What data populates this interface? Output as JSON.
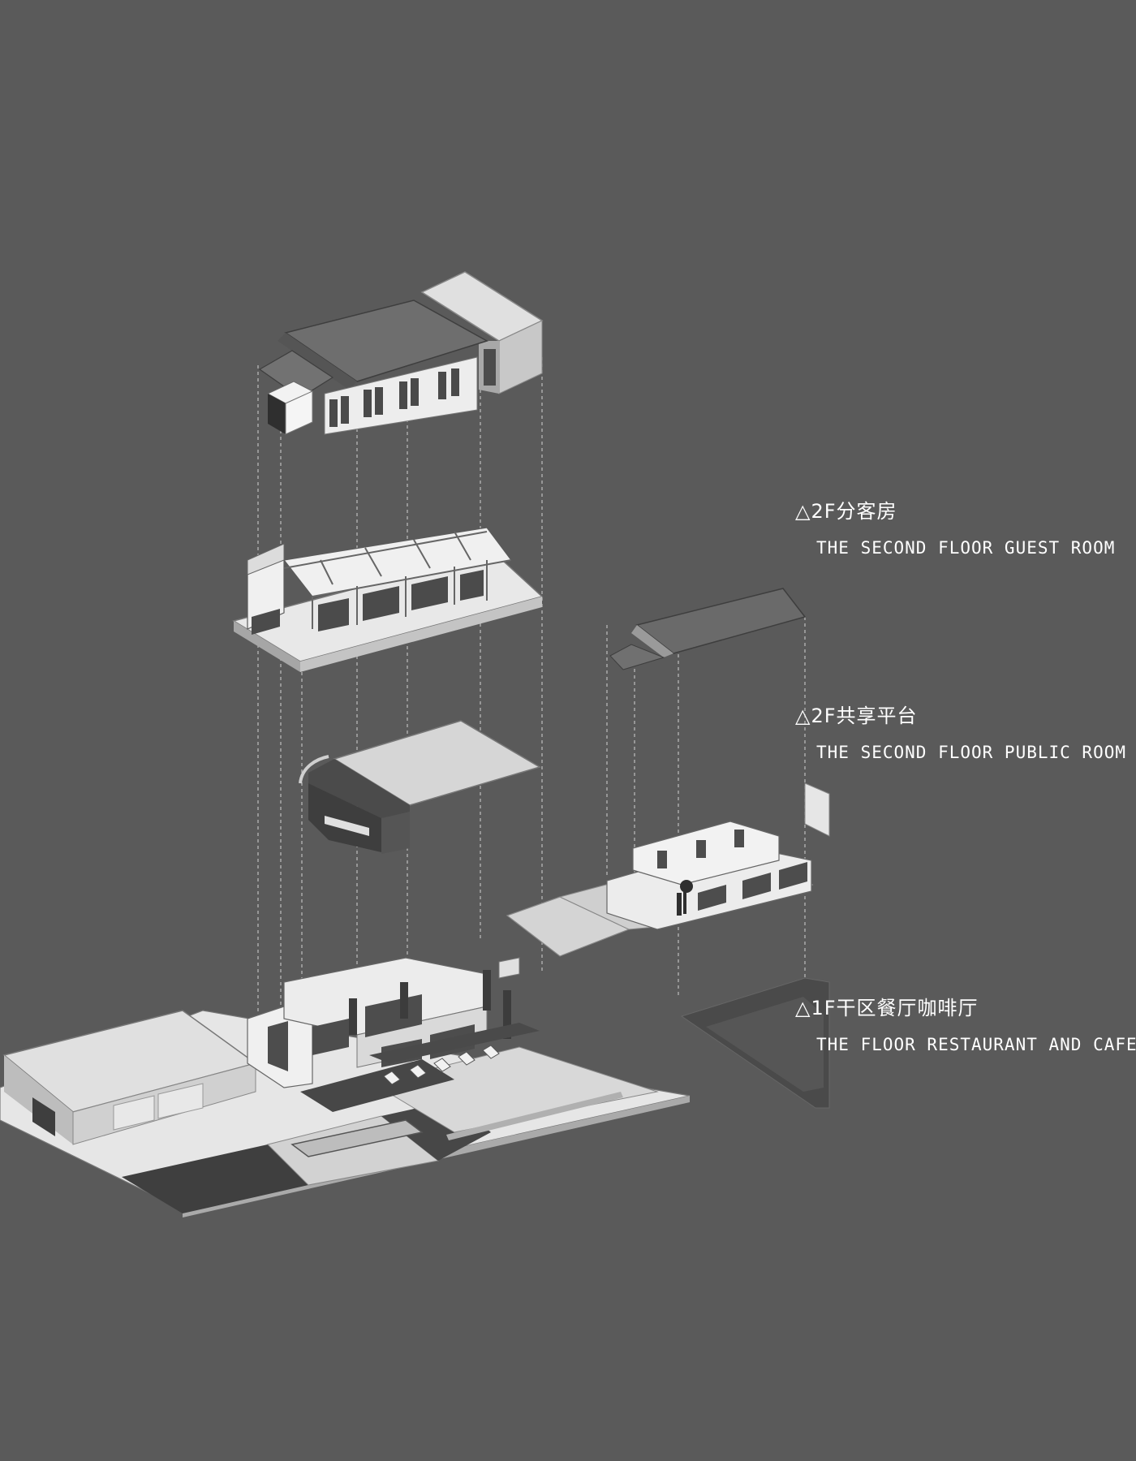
{
  "labels": [
    {
      "cn": "△2F分客房",
      "en": "THE SECOND FLOOR GUEST ROOM"
    },
    {
      "cn": "△2F共享平台",
      "en": "THE SECOND FLOOR PUBLIC ROOM"
    },
    {
      "cn": "△1F干区餐厅咖啡厅",
      "en": "THE FLOOR RESTAURANT AND CAFE"
    }
  ],
  "colors": {
    "background": "#5a5a5a",
    "roof": "#6e6e6e",
    "wall": "#e6e6e6",
    "light_plane": "#d4d4d4",
    "dark_plane": "#4d4d4d",
    "dashed_line": "#bdbdbd",
    "text": "#ffffff"
  }
}
